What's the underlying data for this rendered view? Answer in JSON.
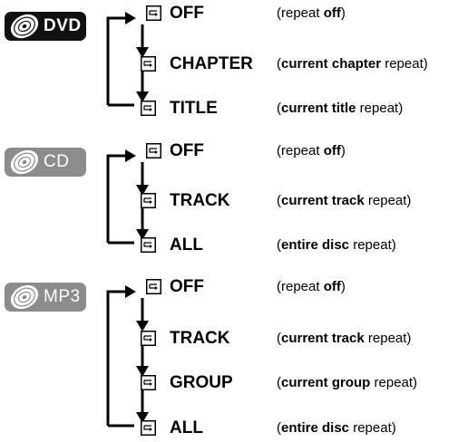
{
  "groups": [
    {
      "badge": "DVD",
      "badge_style": "dark",
      "items": [
        {
          "mode": "OFF",
          "desc": {
            "open": "(",
            "pre": "repeat ",
            "bold": "off",
            "post": "",
            "close": ")"
          }
        },
        {
          "mode": "CHAPTER",
          "desc": {
            "open": "(",
            "pre": "",
            "bold": "current chapter",
            "post": " repeat",
            "close": ")"
          }
        },
        {
          "mode": "TITLE",
          "desc": {
            "open": "(",
            "pre": "",
            "bold": "current title",
            "post": " repeat",
            "close": ")"
          }
        }
      ]
    },
    {
      "badge": "CD",
      "badge_style": "gray",
      "items": [
        {
          "mode": "OFF",
          "desc": {
            "open": "(",
            "pre": "repeat ",
            "bold": "off",
            "post": "",
            "close": ")"
          }
        },
        {
          "mode": "TRACK",
          "desc": {
            "open": "(",
            "pre": "",
            "bold": "current track",
            "post": " repeat",
            "close": ")"
          }
        },
        {
          "mode": "ALL",
          "desc": {
            "open": "(",
            "pre": "",
            "bold": "entire disc",
            "post": " repeat",
            "close": ")"
          }
        }
      ]
    },
    {
      "badge": "MP3",
      "badge_style": "gray",
      "items": [
        {
          "mode": "OFF",
          "desc": {
            "open": "(",
            "pre": "repeat ",
            "bold": "off",
            "post": "",
            "close": ")"
          }
        },
        {
          "mode": "TRACK",
          "desc": {
            "open": "(",
            "pre": "",
            "bold": "current track",
            "post": " repeat",
            "close": ")"
          }
        },
        {
          "mode": "GROUP",
          "desc": {
            "open": "(",
            "pre": "",
            "bold": "current group",
            "post": " repeat",
            "close": ")"
          }
        },
        {
          "mode": "ALL",
          "desc": {
            "open": "(",
            "pre": "",
            "bold": "entire disc",
            "post": " repeat",
            "close": ")"
          }
        }
      ]
    }
  ],
  "icons": {
    "disc": "disc-icon",
    "repeat": "repeat-icon"
  },
  "colors": {
    "dark_badge": "#111111",
    "gray_badge": "#8c8c8c",
    "text": "#000000"
  }
}
